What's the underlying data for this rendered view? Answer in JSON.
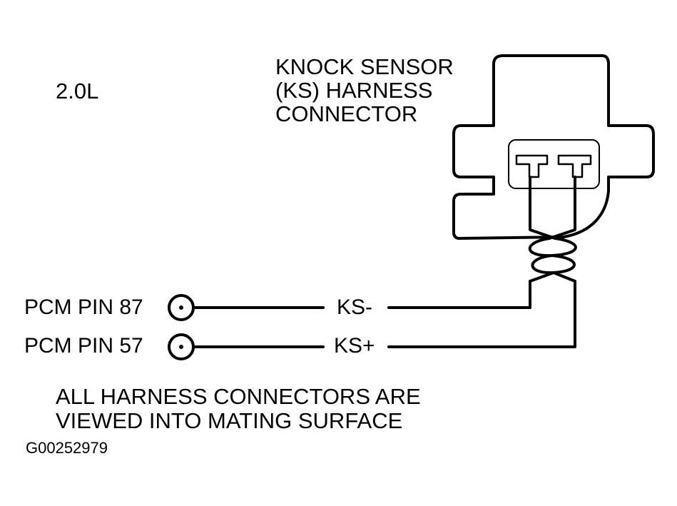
{
  "diagram": {
    "engine_label": "2.0L",
    "connector_title": [
      "KNOCK SENSOR",
      "(KS) HARNESS",
      "CONNECTOR"
    ],
    "pins": [
      {
        "label": "PCM PIN 87",
        "signal": "KS-"
      },
      {
        "label": "PCM PIN 57",
        "signal": "KS+"
      }
    ],
    "note": [
      "ALL HARNESS CONNECTORS ARE",
      "VIEWED INTO MATING SURFACE"
    ],
    "figure_id": "G00252979",
    "line_color": "#000000",
    "background": "#ffffff"
  }
}
